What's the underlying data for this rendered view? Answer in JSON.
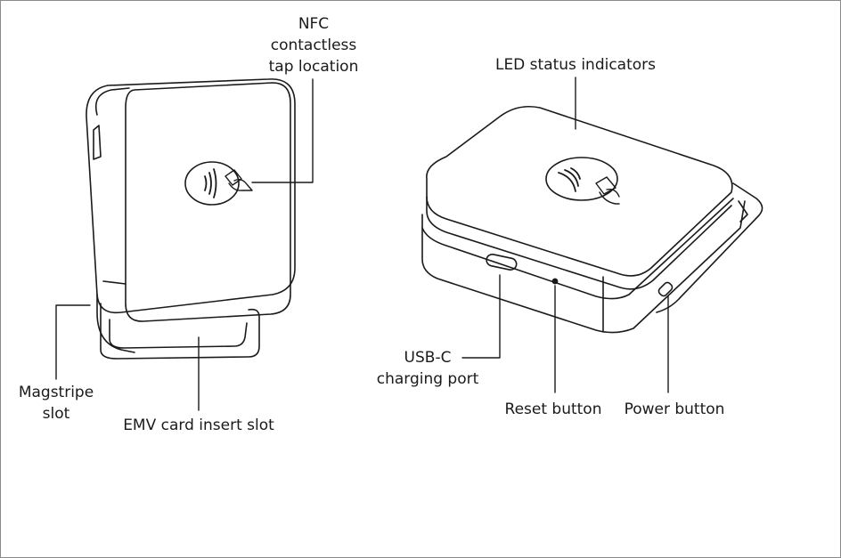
{
  "labels": {
    "nfc": [
      "NFC",
      "contactless",
      "tap location"
    ],
    "led": "LED status indicators",
    "magstripe": [
      "Magstripe",
      "slot"
    ],
    "emv": "EMV card insert slot",
    "usbc": [
      "USB-C",
      "charging port"
    ],
    "reset": "Reset button",
    "power": "Power button"
  },
  "icons": {
    "front_tap": "contactless-tap-icon",
    "top_tap": "contactless-tap-icon"
  },
  "colors": {
    "line": "#1a1a1a",
    "border": "#8a8a8a"
  }
}
